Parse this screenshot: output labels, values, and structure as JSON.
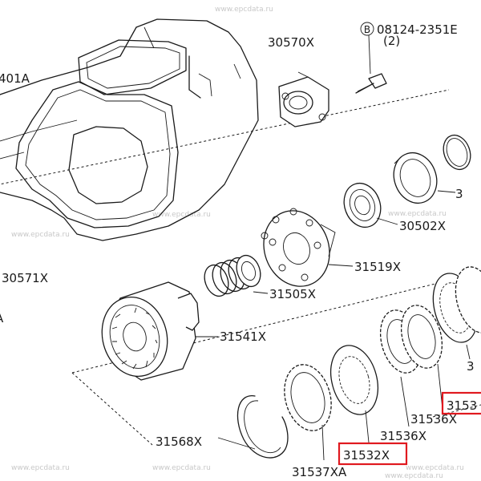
{
  "watermark": "www.epcdata.ru",
  "bolt": {
    "symbol": "B",
    "part_number": "08124-2351E",
    "quantity": "(2)"
  },
  "labels": {
    "transfer_case": "401A",
    "front_case": "30571X",
    "adapter": "30570X",
    "snap_ring": "31568X",
    "carrier": "31541X",
    "return_spring": "31505X",
    "piston_hub": "31519X",
    "bearing": "30502X",
    "bearing_right": "3",
    "drive_plate_left": "31537XA",
    "clutch_plate_left": "31532X",
    "driven_plate_a": "31536X",
    "driven_plate_b": "31536X",
    "clutch_plate_right": "3153",
    "pack_right": "3",
    "left_edge": "A"
  },
  "highlight_color": "#e0191f"
}
